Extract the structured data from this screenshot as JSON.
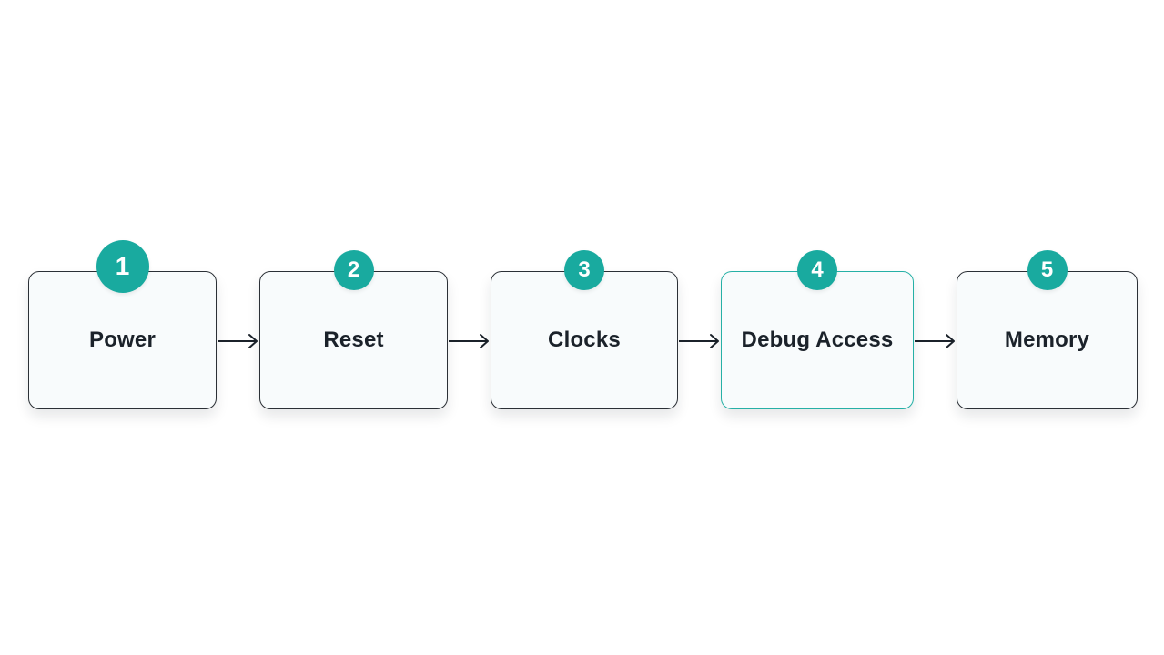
{
  "steps": [
    {
      "number": "1",
      "label": "Power"
    },
    {
      "number": "2",
      "label": "Reset"
    },
    {
      "number": "3",
      "label": "Clocks"
    },
    {
      "number": "4",
      "label": "Debug Access"
    },
    {
      "number": "5",
      "label": "Memory"
    }
  ],
  "colors": {
    "accent": "#19aa9f",
    "highlight_border": "#26b0a6",
    "card_border": "#2b3036",
    "card_fill": "#f8fbfc",
    "text": "#1b222a"
  },
  "highlighted_step": "4"
}
